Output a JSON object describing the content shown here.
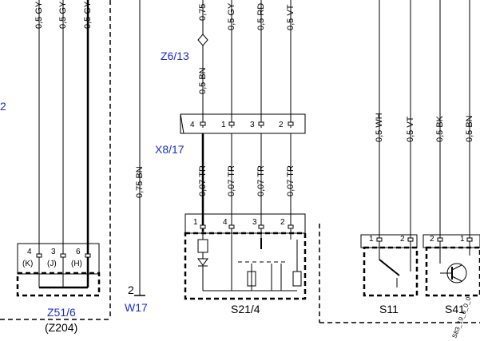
{
  "colors": {
    "ink": "#000000",
    "accent": "#1a2fd0"
  },
  "wire_labels": {
    "top_left_1": "0,5 GY",
    "top_left_2": "0,5 GY",
    "top_left_3": "0,5 GY",
    "top_mid_1": "0,75",
    "top_mid_2": "0,5 GY",
    "top_mid_3": "0,5 RD",
    "top_mid_4": "0,5 VT",
    "z6_wire": "0,5 BN",
    "w17_wire": "0,75 BN",
    "tr_1": "0,07 TR",
    "tr_2": "0,07 TR",
    "tr_3": "0,07 TR",
    "tr_4": "0,07 TR",
    "right_1": "0,5 WH",
    "right_2": "0,5 VT",
    "right_3": "0,5 BK",
    "right_4": "0,5 BN"
  },
  "refs": {
    "left_cut": "2",
    "z6": "Z6/13",
    "x8": "X8/17",
    "w17_pin": "2",
    "w17": "W17"
  },
  "components": {
    "z51_name": "Z51/6",
    "z51_sub": "(Z204)",
    "s21": "S21/4",
    "s11": "S11",
    "s41": "S41"
  },
  "pins": {
    "z51": [
      "4",
      "3",
      "6"
    ],
    "z51_letters": [
      "(K)",
      "(J)",
      "(H)"
    ],
    "x8": [
      "4",
      "1",
      "3",
      "2"
    ],
    "s21": [
      "1",
      "4",
      "3",
      "2"
    ],
    "s11": [
      "1",
      "2"
    ],
    "s41": [
      "2",
      "1"
    ]
  },
  "doc_code": "S83_19_6_0_0"
}
